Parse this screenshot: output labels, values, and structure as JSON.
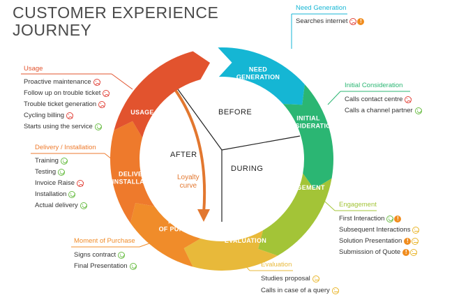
{
  "title_line1": "CUSTOMER EXPERIENCE",
  "title_line2": "JOURNEY",
  "colors": {
    "need": "#15b6d4",
    "initial": "#2bb673",
    "engagement": "#a3c437",
    "evaluation": "#e8b93a",
    "purchase": "#f08c2a",
    "delivery": "#ee7a2c",
    "usage": "#e2532e",
    "arrow": "#e2772f",
    "happy": "#6abd45",
    "sad": "#e2453c",
    "neutral": "#e9b52a",
    "alert": "#f08c1e"
  },
  "segments": {
    "need": [
      "NEED",
      "GENERATION"
    ],
    "initial": [
      "INITIAL",
      "CONSIDERATION"
    ],
    "engagement": [
      "ENGAGEMENT"
    ],
    "evaluation": [
      "EVALUATION"
    ],
    "purchase": [
      "MOMENT",
      "OF PURCHASE"
    ],
    "delivery": [
      "DELIVERY/",
      "INSTALLATION"
    ],
    "usage": [
      "USAGE"
    ]
  },
  "phases": {
    "before": "BEFORE",
    "during": "DURING",
    "after": "AFTER"
  },
  "loyalty": [
    "Loyalty",
    "curve"
  ],
  "need_generation": {
    "heading": "Need Generation",
    "items": [
      {
        "label": "Searches internet",
        "icons": [
          "sad",
          "alert"
        ]
      }
    ]
  },
  "initial_consideration": {
    "heading": "Initial Consideration",
    "items": [
      {
        "label": "Calls contact centre",
        "icons": [
          "sad"
        ]
      },
      {
        "label": "Calls a channel partner",
        "icons": [
          "happy"
        ]
      }
    ]
  },
  "engagement": {
    "heading": "Engagement",
    "items": [
      {
        "label": "First Interaction",
        "icons": [
          "happy",
          "alert"
        ]
      },
      {
        "label": "Subsequent Interactions",
        "icons": [
          "neutral"
        ]
      },
      {
        "label": "Solution Presentation",
        "icons": [
          "alert",
          "neutral"
        ]
      },
      {
        "label": "Submission of Quote",
        "icons": [
          "alert",
          "neutral"
        ]
      }
    ]
  },
  "evaluation": {
    "heading": "Evaluation",
    "items": [
      {
        "label": "Studies proposal",
        "icons": [
          "neutral"
        ]
      },
      {
        "label": "Calls in case of a query",
        "icons": [
          "neutral"
        ]
      }
    ]
  },
  "moment_of_purchase": {
    "heading": "Moment of Purchase",
    "items": [
      {
        "label": "Signs contract",
        "icons": [
          "happy"
        ]
      },
      {
        "label": "Final Presentation",
        "icons": [
          "happy"
        ]
      }
    ]
  },
  "delivery_installation": {
    "heading": "Delivery / Installation",
    "items": [
      {
        "label": "Training",
        "icons": [
          "happy"
        ]
      },
      {
        "label": "Testing",
        "icons": [
          "happy"
        ]
      },
      {
        "label": "Invoice Raise",
        "icons": [
          "sad"
        ]
      },
      {
        "label": "Installation",
        "icons": [
          "happy"
        ]
      },
      {
        "label": "Actual delivery",
        "icons": [
          "happy"
        ]
      }
    ]
  },
  "usage": {
    "heading": "Usage",
    "items": [
      {
        "label": "Proactive maintenance",
        "icons": [
          "sad"
        ]
      },
      {
        "label": "Follow up on trouble ticket",
        "icons": [
          "sad"
        ]
      },
      {
        "label": "Trouble ticket generation",
        "icons": [
          "sad"
        ]
      },
      {
        "label": "Cycling billing",
        "icons": [
          "sad"
        ]
      },
      {
        "label": "Starts using the service",
        "icons": [
          "happy"
        ]
      }
    ]
  }
}
